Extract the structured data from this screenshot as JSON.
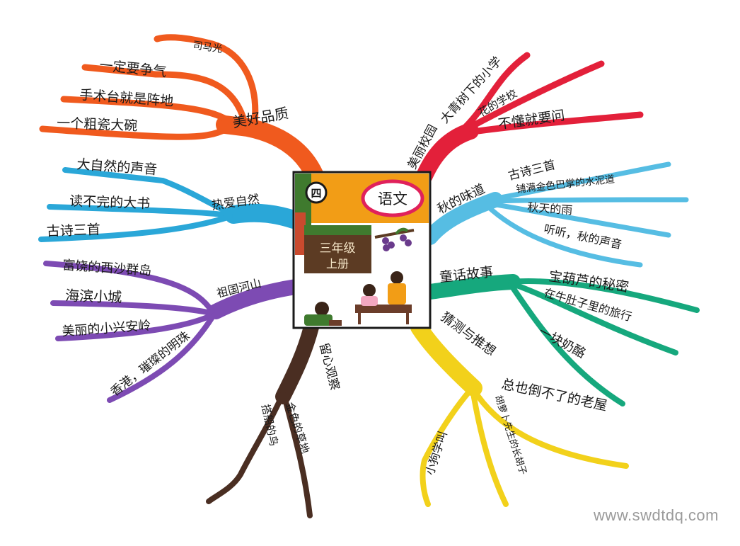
{
  "center": {
    "badge_text": "四",
    "subject": "语文",
    "grade": "三年级",
    "volume": "上册"
  },
  "branches": {
    "moral": {
      "label": "美好品质",
      "color": "#f05a1e",
      "items": [
        "司马光",
        "一定要争气",
        "手术台就是阵地",
        "一个粗瓷大碗"
      ]
    },
    "school": {
      "label": "美丽校园",
      "color": "#e3203a",
      "items": [
        "大青树下的小学",
        "花的学校",
        "不懂就要问"
      ]
    },
    "nature": {
      "label": "热爱自然",
      "color": "#2aa7d8",
      "items": [
        "大自然的声音",
        "读不完的大书",
        "古诗三首"
      ]
    },
    "autumn": {
      "label": "秋的味道",
      "color": "#56bde3",
      "items": [
        "古诗三首",
        "铺满金色巴掌的水泥道",
        "秋天的雨",
        "听听，秋的声音"
      ]
    },
    "country": {
      "label": "祖国河山",
      "color": "#7d4bb3",
      "items": [
        "富饶的西沙群岛",
        "海滨小城",
        "美丽的小兴安岭",
        "香港，璀璨的明珠"
      ]
    },
    "fairy": {
      "label": "童话故事",
      "color": "#16a87d",
      "items": [
        "宝葫芦的秘密",
        "在牛肚子里的旅行",
        "一块奶酪"
      ]
    },
    "observe": {
      "label": "留心观察",
      "color": "#4a2e22",
      "items": [
        "搭船的鸟",
        "金色的草地"
      ]
    },
    "guess": {
      "label": "猜测与推想",
      "color": "#f2d11b",
      "items": [
        "总也倒不了的老屋",
        "胡萝卜先生的长胡子",
        "小狗学叫"
      ]
    }
  },
  "watermark": "www.swdtdq.com"
}
